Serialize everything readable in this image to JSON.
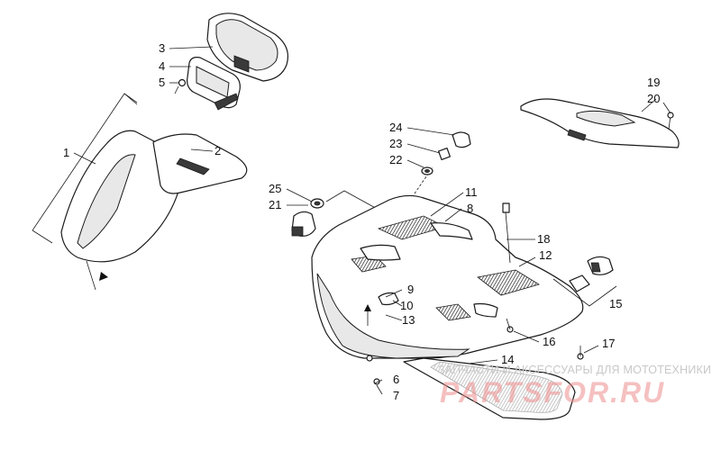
{
  "callouts": [
    {
      "id": "1",
      "label": "1"
    },
    {
      "id": "2",
      "label": "2"
    },
    {
      "id": "3",
      "label": "3"
    },
    {
      "id": "4",
      "label": "4"
    },
    {
      "id": "5",
      "label": "5"
    },
    {
      "id": "6",
      "label": "6"
    },
    {
      "id": "7",
      "label": "7"
    },
    {
      "id": "8",
      "label": "8"
    },
    {
      "id": "9",
      "label": "9"
    },
    {
      "id": "10",
      "label": "10"
    },
    {
      "id": "11",
      "label": "11"
    },
    {
      "id": "12",
      "label": "12"
    },
    {
      "id": "13",
      "label": "13"
    },
    {
      "id": "14",
      "label": "14"
    },
    {
      "id": "15",
      "label": "15"
    },
    {
      "id": "16",
      "label": "16"
    },
    {
      "id": "17",
      "label": "17"
    },
    {
      "id": "18",
      "label": "18"
    },
    {
      "id": "19",
      "label": "19"
    },
    {
      "id": "20",
      "label": "20"
    },
    {
      "id": "21",
      "label": "21"
    },
    {
      "id": "22",
      "label": "22"
    },
    {
      "id": "23",
      "label": "23"
    },
    {
      "id": "24",
      "label": "24"
    },
    {
      "id": "25",
      "label": "25"
    }
  ],
  "watermark": {
    "tagline": "ЗАПЧАСТИ И АКСЕССУАРЫ ДЛЯ МОТОТЕХНИКИ",
    "logo": "PARTSFOR.RU"
  },
  "colors": {
    "line": "#1a1a1a",
    "watermark_logo": "#ec8c8c",
    "watermark_text": "#c8c8c8"
  }
}
